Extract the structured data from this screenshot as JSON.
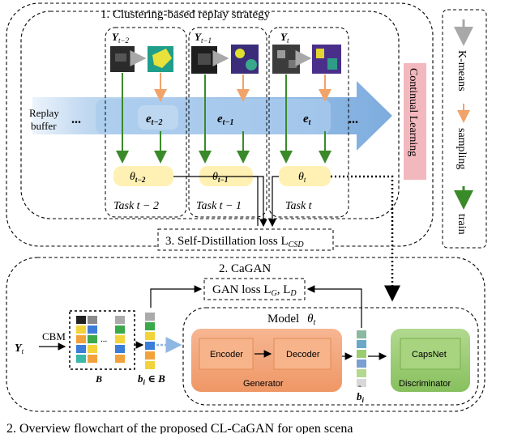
{
  "section1": {
    "title": "1. Clustering-based replay strategy"
  },
  "replay": {
    "label_line1": "Replay",
    "label_line2": "buffer",
    "ellipsis_left": "...",
    "ellipsis_right": "..."
  },
  "tasks": [
    {
      "y_label": "Y",
      "y_sub": "t−2",
      "embedding": "e",
      "embedding_sub": "t−2",
      "theta": "θ",
      "theta_sub": "t−2",
      "task_label": "Task t − 2"
    },
    {
      "y_label": "Y",
      "y_sub": "t−1",
      "embedding": "e",
      "embedding_sub": "t−1",
      "theta": "θ",
      "theta_sub": "t−1",
      "task_label": "Task t − 1"
    },
    {
      "y_label": "Y",
      "y_sub": "t",
      "embedding": "e",
      "embedding_sub": "t",
      "theta": "θ",
      "theta_sub": "t",
      "task_label": "Task t"
    }
  ],
  "continual_learning": {
    "label": "Continual Learning"
  },
  "legend": {
    "kmeans": "K-means",
    "sampling": "sampling",
    "train": "train"
  },
  "self_distillation": {
    "text": "3. Self-Distillation loss L",
    "sub": "CSD"
  },
  "section2": {
    "title": "2. CaGAN"
  },
  "gan_loss": {
    "text": "GAN loss L",
    "sub_g": "G",
    "sep": ", L",
    "sub_d": "D"
  },
  "model": {
    "label": "Model",
    "theta": "θ",
    "theta_sub": "t"
  },
  "cbm": {
    "label": "CBM",
    "y": "Y",
    "y_sub": "t",
    "matrix_label": "B",
    "dots": "..."
  },
  "bi": {
    "text": "b",
    "sub": "i",
    "suffix": " ∈ B"
  },
  "generator": {
    "encoder": "Encoder",
    "decoder": "Decoder",
    "label": "Generator"
  },
  "discriminator": {
    "capsnet": "CapsNet",
    "label": "Discriminator"
  },
  "bhat": {
    "text": "b",
    "sub": "i"
  },
  "caption": "2.   Overview flowchart of the proposed CL-CaGAN for open scena",
  "colors": {
    "arrow_blue": "#8fb7e3",
    "embedding_box": "#a9cbee",
    "theta_box": "#fff1b3",
    "continual_learning": "#f3b8bd",
    "generator": "#f4a77c",
    "discriminator": "#9ccc72",
    "kmeans_arrow": "#a8a8a8",
    "sampling_arrow": "#f1a36a",
    "train_arrow": "#3a8a2a"
  }
}
